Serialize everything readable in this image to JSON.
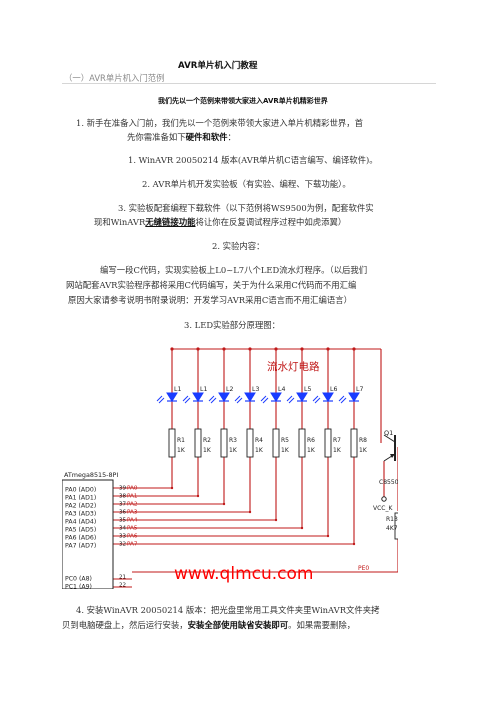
{
  "document": {
    "title": "AVR单片机入门教程",
    "section_heading": "（一）AVR单片机入门范例",
    "subtitle": "我们先以一个范例来带领大家进入AVR单片机精彩世界",
    "p1_line1": "1.   新手在准备入门前，我们先以一个范例来带领大家进入单片机精彩世界，首",
    "p1_line2_pre": "先你需准备如下",
    "p1_line2_bold": "硬件和软件",
    "p1_line2_post": "：",
    "item1": "1.    WinAVR 20050214 版本(AVR单片机C语言编写、编译软件)。",
    "item2": "2.    AVR单片机开发实验板（有实验、编程、下载功能）。",
    "item3_line1": "3.    实验板配套编程下载软件（以下范例将WS9500为例，配套软件实",
    "item3_line2_pre": "现和WinAVR",
    "item3_line2_bold": "无缝链接功能",
    "item3_line2_post": "将让你在反复调试程序过程中如虎添翼）",
    "section2": "2.    实验内容：",
    "p2_line1": "编写一段C代码，实现实验板上L0~L7八个LED流水灯程序。（以后我们",
    "p2_line2": "网站配套AVR实验程序都将采用C代码编写，关于为什么采用C代码而不用汇编",
    "p2_line3": "原因大家请参考说明书附录说明：开发学习AVR采用C语言而不用汇编语言）",
    "section3": "3.    LED实验部分原理图：",
    "p4_line1": "4.   安装WinAVR 20050214 版本：把光盘里常用工具文件夹里WinAVR文件夹拷",
    "p4_line2_pre": "贝到电脑硬盘上，然后运行安装，",
    "p4_line2_bold": "安装全部使用缺省安装即可",
    "p4_line2_post": "。如果需要删除，"
  },
  "schematic": {
    "title": "流水灯电路",
    "watermark": "www.qlmcu.com",
    "chip_name": "ATmega8515-8PI",
    "chip_pins": [
      "PA0 (AD0)",
      "PA1 (AD1)",
      "PA2 (AD2)",
      "PA3 (AD3)",
      "PA4 (AD4)",
      "PA5 (AD5)",
      "PA6 (AD6)",
      "PA7 (AD7)",
      "PC0 (A8)",
      "PC1 (A9)"
    ],
    "pin_numbers": [
      "39",
      "38",
      "37",
      "36",
      "35",
      "34",
      "33",
      "32",
      "21",
      "22"
    ],
    "net_labels": [
      "PA0",
      "PA1",
      "PA2",
      "PA3",
      "PA4",
      "PA5",
      "PA6",
      "PA7"
    ],
    "leds": [
      "L1",
      "L1",
      "L2",
      "L3",
      "L4",
      "L5",
      "L6",
      "L7"
    ],
    "resistors": [
      "R1",
      "R2",
      "R3",
      "R4",
      "R5",
      "R6",
      "R7",
      "R8"
    ],
    "resistor_values": [
      "1K",
      "1K",
      "1K",
      "1K",
      "1K",
      "1K",
      "1K",
      "1K"
    ],
    "transistor": "Q1",
    "transistor_part": "C8550",
    "vcc_label": "VCC_K",
    "r13_name": "R13",
    "r13_value": "4K7",
    "pe_label": "PE0"
  },
  "colors": {
    "wire": "#c01818",
    "led": "#1a3cff",
    "watermark": "#ff0000",
    "ink": "#222222"
  }
}
